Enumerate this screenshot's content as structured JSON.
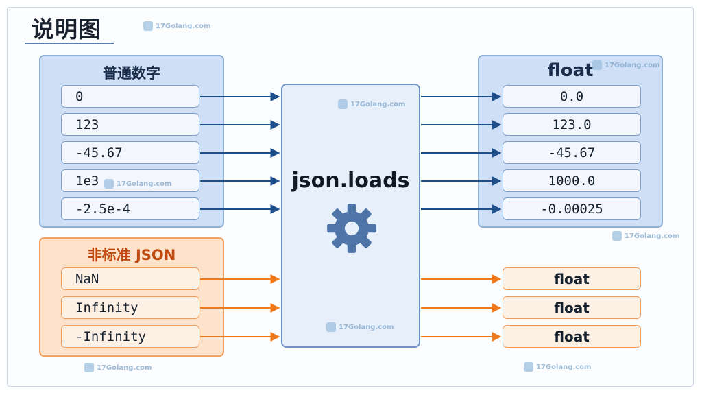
{
  "page_title": "说明图",
  "standard_numbers": {
    "title": "普通数字",
    "inputs": [
      "0",
      "123",
      "-45.67",
      "1e3",
      "-2.5e-4"
    ],
    "outputs_title": "float",
    "outputs": [
      "0.0",
      "123.0",
      "-45.67",
      "1000.0",
      "-0.00025"
    ]
  },
  "non_standard": {
    "title": "非标准 JSON",
    "inputs": [
      "NaN",
      "Infinity",
      "-Infinity"
    ],
    "outputs": [
      "float",
      "float",
      "float"
    ]
  },
  "processor": {
    "label": "json.loads",
    "icon": "gear-icon"
  },
  "watermark": "17Golang.com",
  "colors": {
    "blue_arrow": "#1f4f8a",
    "orange_arrow": "#ef7a1e",
    "gear": "#4e74a8"
  }
}
